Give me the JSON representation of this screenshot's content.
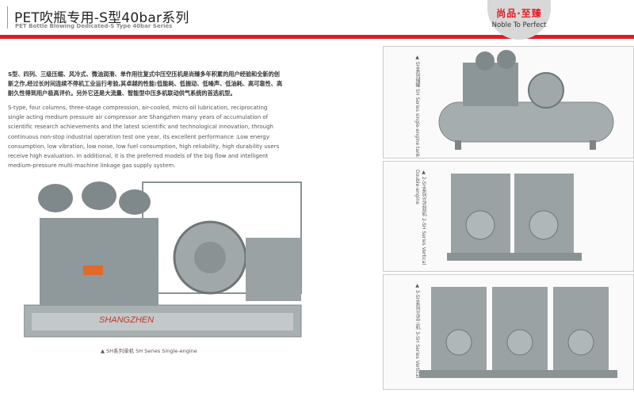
{
  "header": {
    "title": "PET吹瓶专用-S型40bar系列",
    "subtitle": "PET Bottle Blowing Dedicated-S Type 40bar Series"
  },
  "badge": {
    "cn": "尚品·至臻",
    "en": "Noble To Perfect"
  },
  "intro": {
    "cn": "S型、四列、三级压缩、风冷式、微油润滑、单作用往复式中压空压机是尚臻多年积累的用户经验和全新的创新之作,经过长时间连续不停机工业运行考验,其卓越的性能:低能耗、低振动、低噪声、低油耗、高可靠性、高耐久性得到用户极高评价。另外它还是大流量、智能型中压多机联动供气系统的首选机型。",
    "en": "S-type, four columns, three-stage compression,  air-cooled, micro oil lubrication, reciprocating single acting medium pressure air compressor are Shangzhen many years of accumulation of scientific research achievements and the latest scientific and technological innovation, through continuous non-stop industrial operation test one year, its excellent performance :Low energy consumption, low vibration, low noise, low fuel consumption, high reliability, high durability users receive high evaluation. In additional, it is the preferred models of the big flow and intelligent medium-pressure multi-machine linkage gas supply system."
  },
  "main_caption": "▲ SH系列单机  SH Series Single-engine",
  "brand": "SHANGZHEN",
  "panels": [
    {
      "cn": "▲ SH系列储罐",
      "en": "SH Series single-engine tank"
    },
    {
      "cn": "▲ 2-SH系列立式双机",
      "en": "2-SH Series Vertical Double-engine"
    },
    {
      "cn": "▲ 3-SH系列立式三机",
      "en": "3-SH Series Vertical"
    }
  ],
  "colors": {
    "accent": "#e21b22",
    "machine": "#9aa3a5"
  }
}
